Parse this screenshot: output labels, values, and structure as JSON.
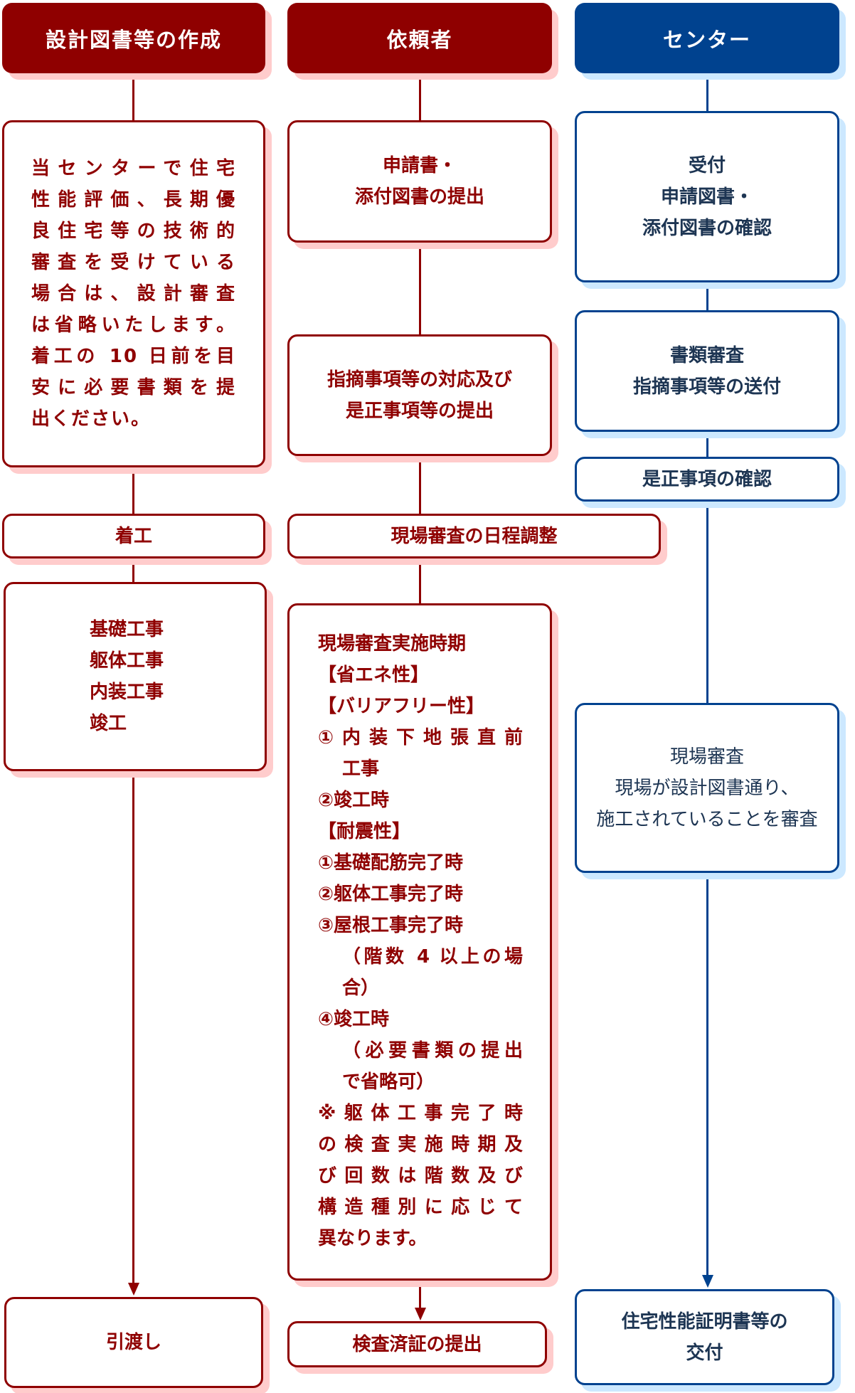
{
  "headers": {
    "design": "設計図書等の作成",
    "client": "依頼者",
    "center": "センター"
  },
  "design": {
    "notice_lines": [
      "当センターで住宅",
      "性能評価、長期優",
      "良住宅等の技術的",
      "審査を受けている",
      "場合は、設計審査",
      "は省略いたします。",
      "着工の 10 日前を目",
      "安に必要書類を提",
      "出ください。"
    ],
    "start": "着工",
    "works": [
      "基礎工事",
      "躯体工事",
      "内装工事",
      "竣工"
    ],
    "handover": "引渡し"
  },
  "client": {
    "submit": [
      "申請書・",
      "添付図書の提出"
    ],
    "respond": [
      "指摘事項等の対応及び",
      "是正事項等の提出"
    ],
    "schedule": "現場審査の日程調整",
    "inspection_lines": [
      {
        "t": "現場審査実施時期",
        "i": false,
        "j": false
      },
      {
        "t": "【省エネ性】",
        "i": false,
        "j": false
      },
      {
        "t": "【バリアフリー性】",
        "i": false,
        "j": false
      },
      {
        "t": "①内装下地張直前",
        "i": false,
        "j": true
      },
      {
        "t": "工事",
        "i": true,
        "j": false
      },
      {
        "t": "②竣工時",
        "i": false,
        "j": false
      },
      {
        "t": "【耐震性】",
        "i": false,
        "j": false
      },
      {
        "t": "①基礎配筋完了時",
        "i": false,
        "j": false
      },
      {
        "t": "②躯体工事完了時",
        "i": false,
        "j": false
      },
      {
        "t": "③屋根工事完了時",
        "i": false,
        "j": false
      },
      {
        "t": "（階数 4 以上の場",
        "i": true,
        "j": true
      },
      {
        "t": "合）",
        "i": true,
        "j": false
      },
      {
        "t": "④竣工時",
        "i": false,
        "j": false
      },
      {
        "t": "（必要書類の提出",
        "i": true,
        "j": true
      },
      {
        "t": "で省略可）",
        "i": true,
        "j": false
      },
      {
        "t": "※躯体工事完了時",
        "i": false,
        "j": true
      },
      {
        "t": "の検査実施時期及",
        "i": false,
        "j": true
      },
      {
        "t": "び回数は階数及び",
        "i": false,
        "j": true
      },
      {
        "t": "構造種別に応じて",
        "i": false,
        "j": true
      },
      {
        "t": "異なります。",
        "i": false,
        "j": false
      }
    ],
    "certificate": "検査済証の提出"
  },
  "center": {
    "receive": [
      "受付",
      "申請図書・",
      "添付図書の確認"
    ],
    "review": [
      "書類審査",
      "指摘事項等の送付"
    ],
    "confirm": "是正事項の確認",
    "site": [
      "現場審査",
      "現場が設計図書通り、",
      "施工されていることを審査"
    ],
    "issue": [
      "住宅性能証明書等の",
      "交付"
    ]
  },
  "colors": {
    "red": "#8f0000",
    "blue": "#00428f",
    "red_shadow": "#ffcccc",
    "blue_shadow": "#cce8ff"
  }
}
